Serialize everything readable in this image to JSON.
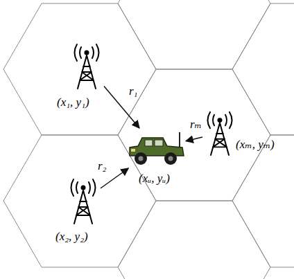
{
  "diagram": {
    "nodes": [
      {
        "text": [
          "(x₁, y₁)"
        ]
      },
      {
        "text": [
          "(xₘ, yₘ)"
        ]
      },
      {
        "text": [
          "(xᵤ, yᵤ)"
        ]
      },
      {
        "text": [
          "(x₂, y₂)"
        ]
      }
    ],
    "edges": [
      {
        "from": 0,
        "to": 2,
        "arrow": "to",
        "label": "r₁"
      },
      {
        "from": 3,
        "to": 2,
        "arrow": "to",
        "label": "r₂"
      },
      {
        "from": 1,
        "to": 2,
        "arrow": "to",
        "label": "rₘ"
      }
    ]
  }
}
